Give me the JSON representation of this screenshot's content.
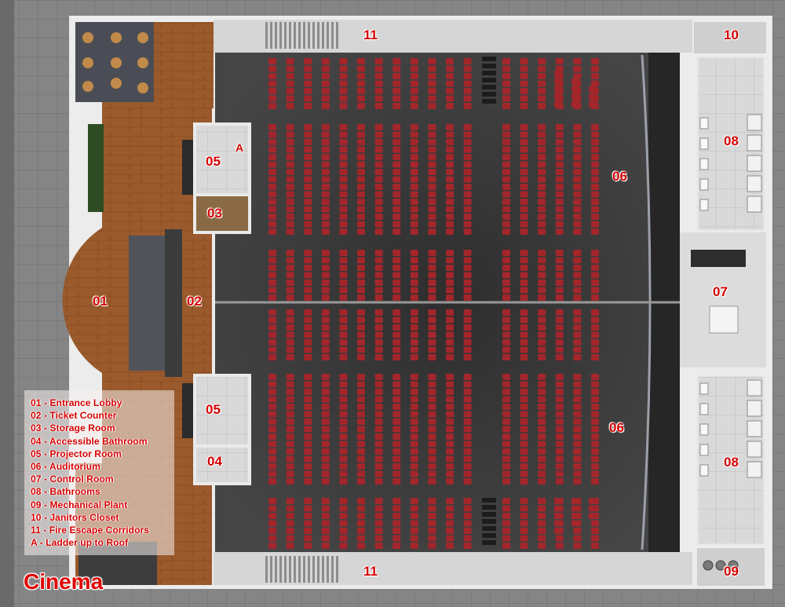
{
  "map_title": "Cinema",
  "room_labels": {
    "lobby": "01",
    "ticket_counter": "02",
    "storage_room": "03",
    "accessible_bathroom": "04",
    "projector_room_top": "05",
    "projector_room_bottom": "05",
    "auditorium_top": "06",
    "auditorium_bottom": "06",
    "control_room": "07",
    "bathrooms_top": "08",
    "bathrooms_bottom": "08",
    "mechanical_plant": "09",
    "janitors_closet": "10",
    "corridor_top": "11",
    "corridor_bottom": "11",
    "ladder": "A"
  },
  "legend": [
    "01 - Entrance Lobby",
    "02 - Ticket Counter",
    "03 - Storage Room",
    "04 - Accessible Bathroom",
    "05 - Projector Room",
    "06 - Auditorium",
    "07 - Control Room",
    "08 - Bathrooms",
    "09 - Mechanical Plant",
    "10 - Janitors Closet",
    "11 - Fire Escape Corridors",
    "A  - Ladder up to Roof"
  ],
  "colors": {
    "seat": "#a3262b",
    "floor_wood": "#9b5a2e",
    "auditorium_floor": "#3a3a3a",
    "wall": "#e6e6e6",
    "label": "#d40000"
  }
}
